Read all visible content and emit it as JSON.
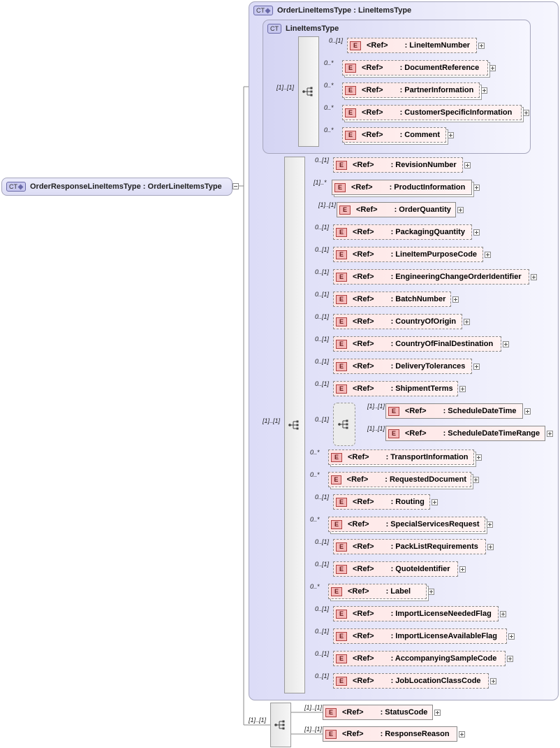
{
  "root": {
    "badge": "CT",
    "name": "OrderResponseLineItemsType",
    "base": ": OrderLineItemsType"
  },
  "outer": {
    "badge": "CT",
    "name": "OrderLineItemsType",
    "base": ": LineItemsType"
  },
  "inner": {
    "badge": "CT",
    "name": "LineItemsType"
  },
  "icons": {
    "sequence": "sequence-icon",
    "choice": "choice-icon",
    "element": "element-badge",
    "expand": "expand-icon"
  },
  "colors": {
    "complex_type_bg": "#dcdcf7",
    "element_bg": "#fde6e6",
    "element_badge": "#f4b9b9"
  },
  "sequences": [
    {
      "card": "[1]..[1]"
    },
    {
      "card": "[1]..[1]"
    },
    {
      "card": "[1]..[1]"
    }
  ],
  "choice": {
    "card": "0..[1]"
  },
  "elements": [
    {
      "badge": "E",
      "ref": "<Ref>",
      "name": ": LineItemNumber",
      "card": "0..[1]"
    },
    {
      "badge": "E",
      "ref": "<Ref>",
      "name": ": DocumentReference",
      "card": "0..*"
    },
    {
      "badge": "E",
      "ref": "<Ref>",
      "name": ": PartnerInformation",
      "card": "0..*"
    },
    {
      "badge": "E",
      "ref": "<Ref>",
      "name": ": CustomerSpecificInformation",
      "card": "0..*"
    },
    {
      "badge": "E",
      "ref": "<Ref>",
      "name": ": Comment",
      "card": "0..*"
    },
    {
      "badge": "E",
      "ref": "<Ref>",
      "name": ": RevisionNumber",
      "card": "0..[1]"
    },
    {
      "badge": "E",
      "ref": "<Ref>",
      "name": ": ProductInformation",
      "card": "[1]..*"
    },
    {
      "badge": "E",
      "ref": "<Ref>",
      "name": ": OrderQuantity",
      "card": "[1]..[1]"
    },
    {
      "badge": "E",
      "ref": "<Ref>",
      "name": ": PackagingQuantity",
      "card": "0..[1]"
    },
    {
      "badge": "E",
      "ref": "<Ref>",
      "name": ": LineItemPurposeCode",
      "card": "0..[1]"
    },
    {
      "badge": "E",
      "ref": "<Ref>",
      "name": ": EngineeringChangeOrderIdentifier",
      "card": "0..[1]"
    },
    {
      "badge": "E",
      "ref": "<Ref>",
      "name": ": BatchNumber",
      "card": "0..[1]"
    },
    {
      "badge": "E",
      "ref": "<Ref>",
      "name": ": CountryOfOrigin",
      "card": "0..[1]"
    },
    {
      "badge": "E",
      "ref": "<Ref>",
      "name": ": CountryOfFinalDestination",
      "card": "0..[1]"
    },
    {
      "badge": "E",
      "ref": "<Ref>",
      "name": ": DeliveryTolerances",
      "card": "0..[1]"
    },
    {
      "badge": "E",
      "ref": "<Ref>",
      "name": ": ShipmentTerms",
      "card": "0..[1]"
    },
    {
      "badge": "E",
      "ref": "<Ref>",
      "name": ": ScheduleDateTime",
      "card": "[1]..[1]"
    },
    {
      "badge": "E",
      "ref": "<Ref>",
      "name": ": ScheduleDateTimeRange",
      "card": "[1]..[1]"
    },
    {
      "badge": "E",
      "ref": "<Ref>",
      "name": ": TransportInformation",
      "card": "0..*"
    },
    {
      "badge": "E",
      "ref": "<Ref>",
      "name": ": RequestedDocument",
      "card": "0..*"
    },
    {
      "badge": "E",
      "ref": "<Ref>",
      "name": ": Routing",
      "card": "0..[1]"
    },
    {
      "badge": "E",
      "ref": "<Ref>",
      "name": ": SpecialServicesRequest",
      "card": "0..*"
    },
    {
      "badge": "E",
      "ref": "<Ref>",
      "name": ": PackListRequirements",
      "card": "0..[1]"
    },
    {
      "badge": "E",
      "ref": "<Ref>",
      "name": ": QuoteIdentifier",
      "card": "0..[1]"
    },
    {
      "badge": "E",
      "ref": "<Ref>",
      "name": ": Label",
      "card": "0..*"
    },
    {
      "badge": "E",
      "ref": "<Ref>",
      "name": ": ImportLicenseNeededFlag",
      "card": "0..[1]"
    },
    {
      "badge": "E",
      "ref": "<Ref>",
      "name": ": ImportLicenseAvailableFlag",
      "card": "0..[1]"
    },
    {
      "badge": "E",
      "ref": "<Ref>",
      "name": ": AccompanyingSampleCode",
      "card": "0..[1]"
    },
    {
      "badge": "E",
      "ref": "<Ref>",
      "name": ": JobLocationClassCode",
      "card": "0..[1]"
    },
    {
      "badge": "E",
      "ref": "<Ref>",
      "name": ": StatusCode",
      "card": "[1]..[1]"
    },
    {
      "badge": "E",
      "ref": "<Ref>",
      "name": ": ResponseReason",
      "card": "[1]..[1]"
    }
  ]
}
